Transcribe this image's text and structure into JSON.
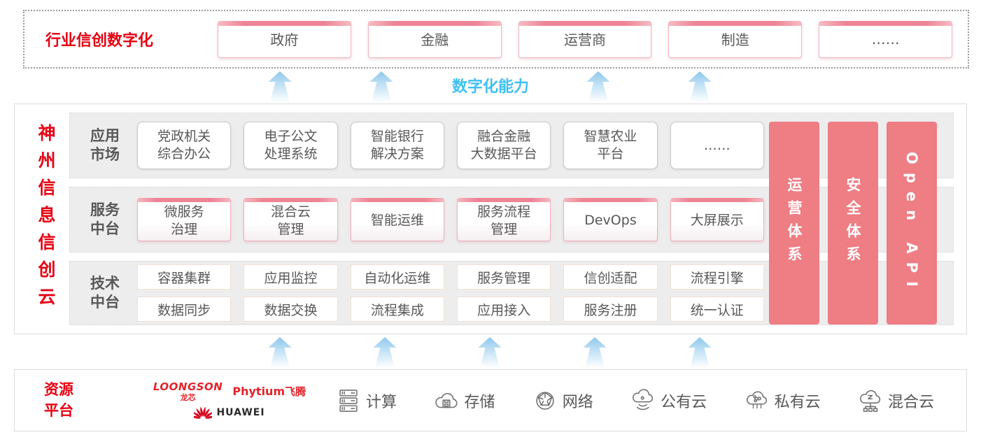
{
  "band": {
    "label": "行业信创数字化",
    "industries": [
      "政府",
      "金融",
      "运营商",
      "制造",
      "……"
    ]
  },
  "capability_label": "数字化能力",
  "platform": {
    "title": "神州信息信创云",
    "rows": [
      {
        "label": "应用\n市场",
        "items": [
          "党政机关\n综合办公",
          "电子公文\n处理系统",
          "智能银行\n解决方案",
          "融合金融\n大数据平台",
          "智慧农业\n平台",
          "……"
        ]
      },
      {
        "label": "服务\n中台",
        "items": [
          "微服务\n治理",
          "混合云\n管理",
          "智能运维",
          "服务流程\n管理",
          "DevOps",
          "大屏展示"
        ]
      },
      {
        "label": "技术\n中台",
        "items_top": [
          "容器集群",
          "应用监控",
          "自动化运维",
          "服务管理",
          "信创适配",
          "流程引擎"
        ],
        "items_bottom": [
          "数据同步",
          "数据交换",
          "流程集成",
          "应用接入",
          "服务注册",
          "统一认证"
        ]
      }
    ],
    "pillars": [
      "运营体系",
      "安全体系",
      "Open API"
    ]
  },
  "resources": {
    "label": "资源\n平台",
    "vendors": {
      "loongson": "LOONGSON",
      "loongson_cn": "龙芯",
      "phytium": "Phytium",
      "phytium_cn": "飞腾",
      "huawei": "HUAWEI"
    },
    "items": [
      {
        "icon": "compute-server-icon",
        "label": "计算"
      },
      {
        "icon": "storage-cloud-icon",
        "label": "存储"
      },
      {
        "icon": "network-globe-icon",
        "label": "网络"
      },
      {
        "icon": "public-cloud-icon",
        "label": "公有云"
      },
      {
        "icon": "private-cloud-icon",
        "label": "私有云"
      },
      {
        "icon": "hybrid-cloud-icon",
        "label": "混合云"
      }
    ]
  },
  "colors": {
    "accent_red": "#e60012",
    "pillar_pink": "#ee7d84",
    "capability_blue": "#3fc0f2",
    "panel_gray": "#ededed",
    "text_gray": "#595757",
    "pink_border": "#f2b0bb"
  }
}
